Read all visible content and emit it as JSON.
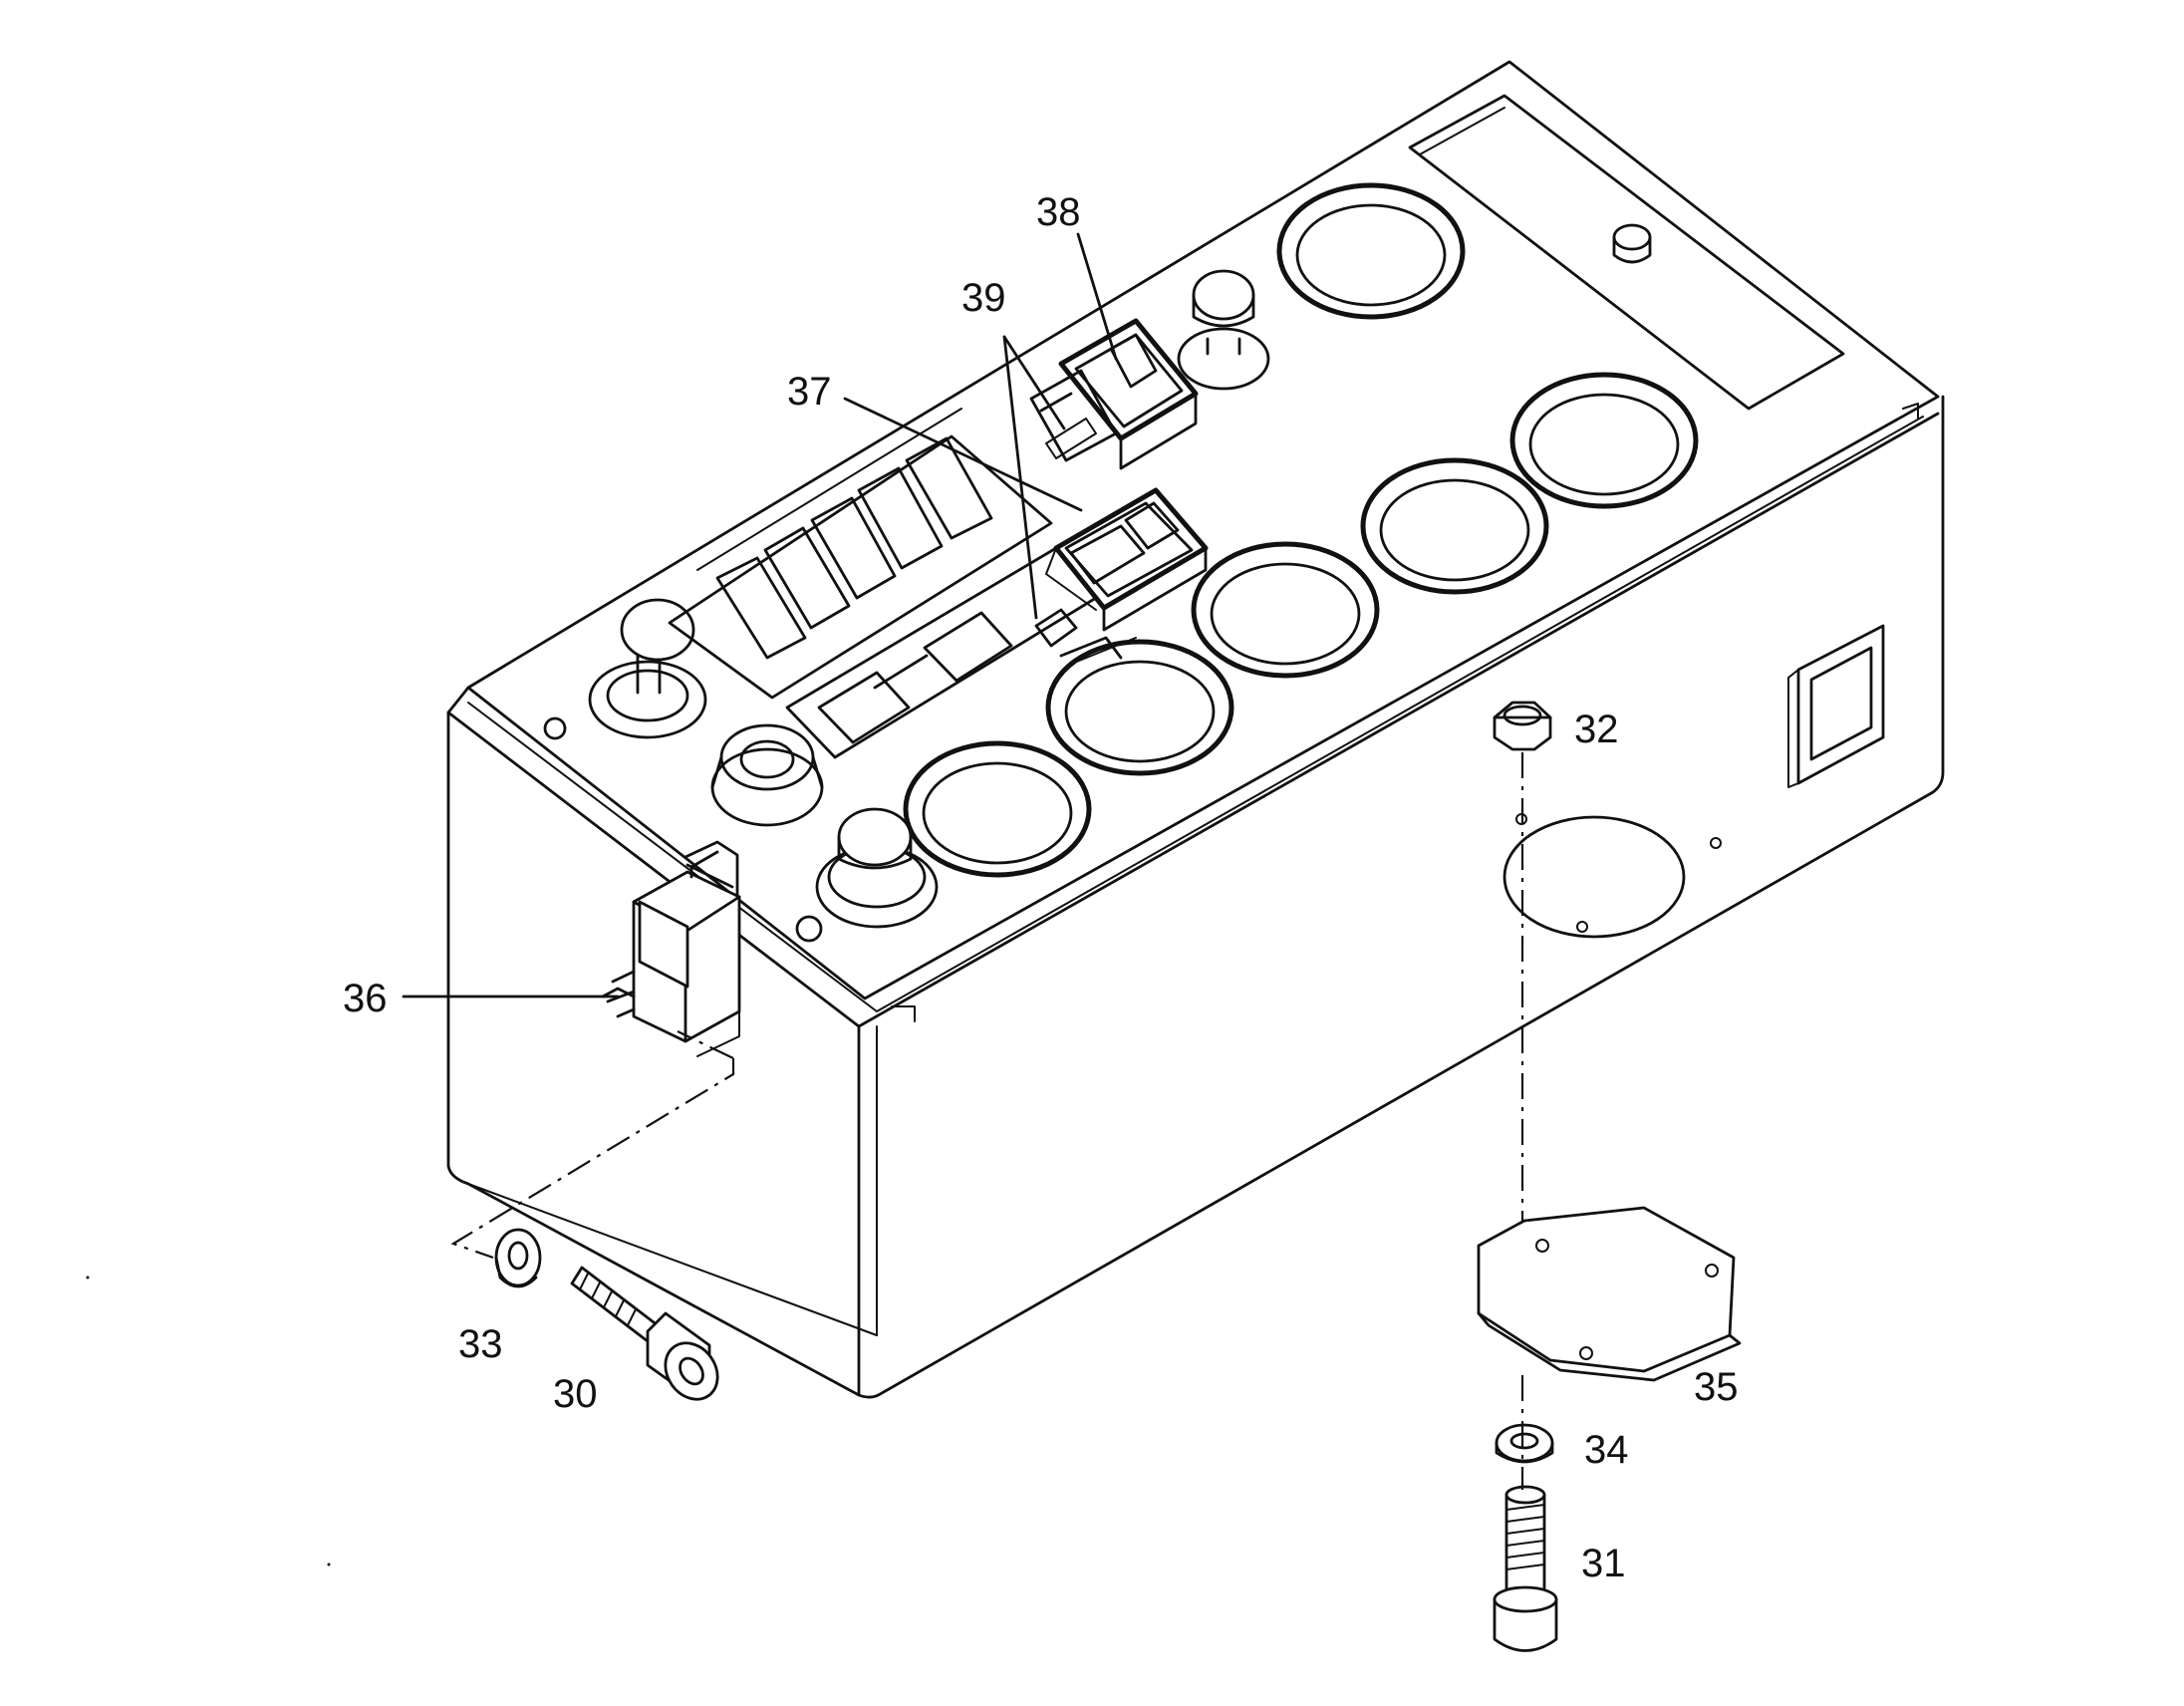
{
  "diagram": {
    "callouts": {
      "c30": "30",
      "c31": "31",
      "c32": "32",
      "c33": "33",
      "c34": "34",
      "c35": "35",
      "c36": "36",
      "c37": "37",
      "c38": "38",
      "c39": "39"
    }
  }
}
